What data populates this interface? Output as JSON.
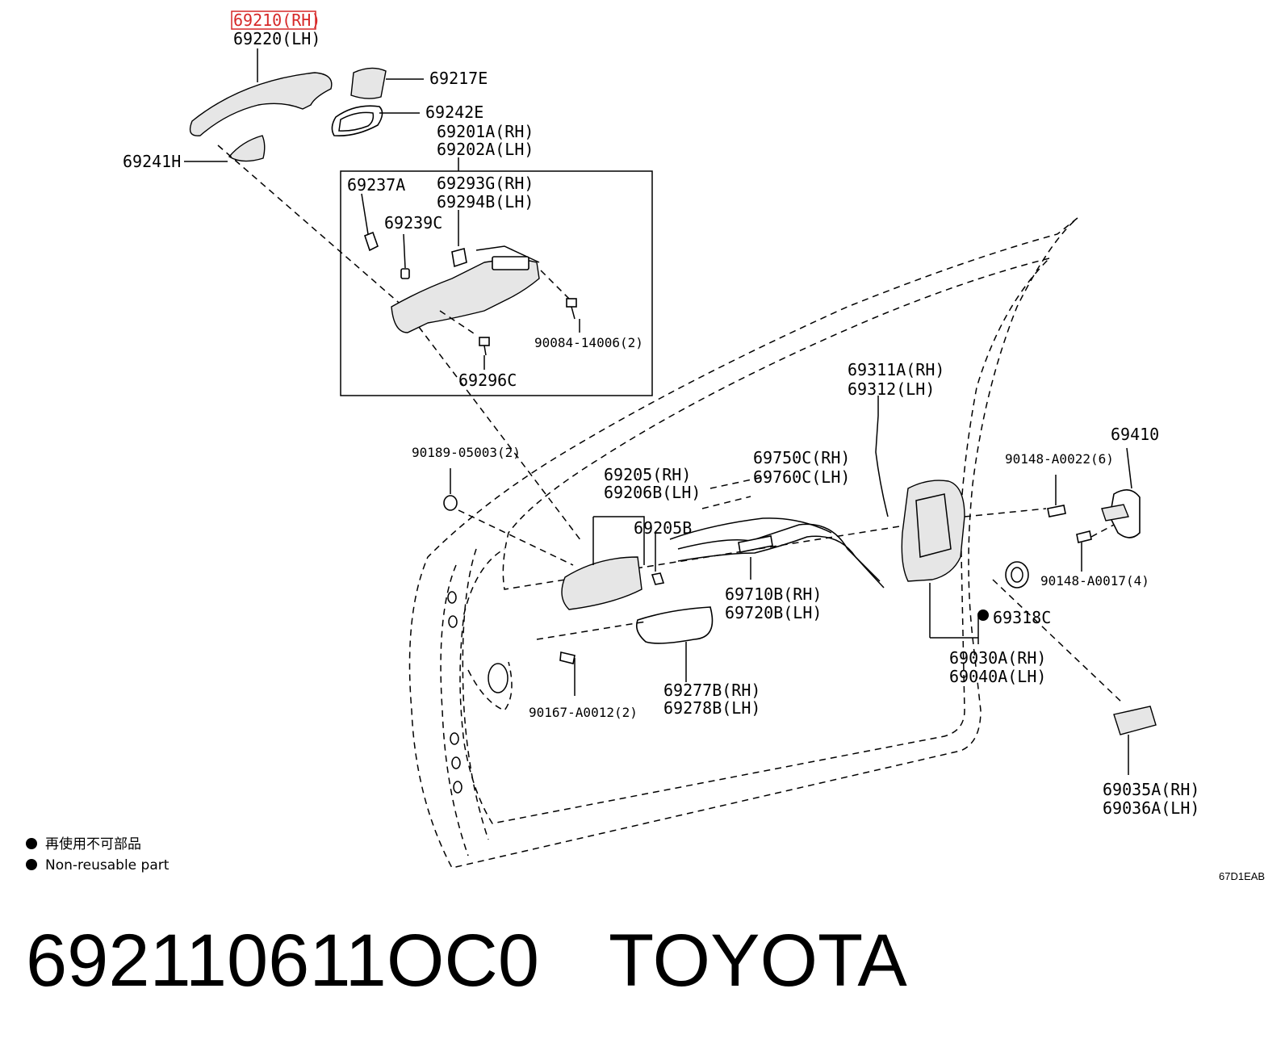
{
  "callouts": {
    "c69210": "69210(RH)",
    "c69220": "69220(LH)",
    "c69217E": "69217E",
    "c69242E": "69242E",
    "c69201A": "69201A(RH)",
    "c69202A": "69202A(LH)",
    "c69241H": "69241H",
    "c69237A": "69237A",
    "c69293G": "69293G(RH)",
    "c69294B": "69294B(LH)",
    "c69239C": "69239C",
    "c90084": "90084-14006(2)",
    "c69296C": "69296C",
    "c69311A": "69311A(RH)",
    "c69312": "69312(LH)",
    "c69410": "69410",
    "c90148_22": "90148-A0022(6)",
    "c90148_17": "90148-A0017(4)",
    "c90189": "90189-05003(2)",
    "c69750C": "69750C(RH)",
    "c69760C": "69760C(LH)",
    "c69205": "69205(RH)",
    "c69206B": "69206B(LH)",
    "c69205B": "69205B",
    "c69710B": "69710B(RH)",
    "c69720B": "69720B(LH)",
    "c69318C": "69318C",
    "c69030A": "69030A(RH)",
    "c69040A": "69040A(LH)",
    "c69277B": "69277B(RH)",
    "c69278B": "69278B(LH)",
    "c90167": "90167-A0012(2)",
    "c69035A": "69035A(RH)",
    "c69036A": "69036A(LH)"
  },
  "legend": {
    "jp": "再使用不可部品",
    "en": "Non-reusable part"
  },
  "illustration_code": "67D1EAB",
  "footer": {
    "part_number": "692110611OC0",
    "brand": "TOYOTA"
  },
  "highlight_color": "#d62828"
}
